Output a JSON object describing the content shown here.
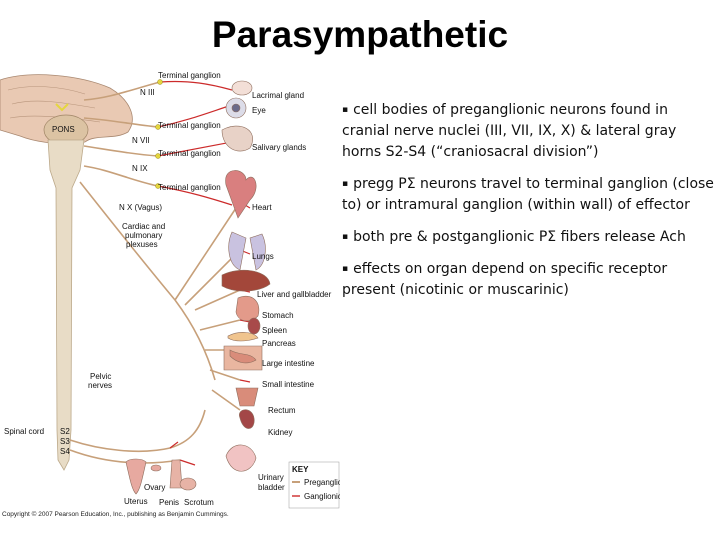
{
  "title": "Parasympathetic",
  "bullets": [
    "cell bodies of preganglionic neurons found in cranial nerve nuclei (III, VII, IX, X) & lateral gray horns S2-S4 (“craniosacral division”)",
    "pregg PΣ neurons travel to terminal ganglion (close to) or intramural ganglion (within wall) of effector",
    "both pre & postganglionic PΣ fibers release Ach",
    "effects on organ depend on specific receptor present (nicotinic or muscarinic)"
  ],
  "bullet_marker": "▪",
  "diagram": {
    "labels": {
      "terminal_ganglion_1": "Terminal ganglion",
      "terminal_ganglion_2": "Terminal ganglion",
      "terminal_ganglion_3": "Terminal ganglion",
      "terminal_ganglion_4": "Terminal ganglion",
      "n3": "N III",
      "n7": "N VII",
      "n9": "N IX",
      "n10": "N X (Vagus)",
      "pons": "PONS",
      "cardiac_1": "Cardiac and",
      "cardiac_2": "pulmonary",
      "cardiac_3": "plexuses",
      "pelvic_1": "Pelvic",
      "pelvic_2": "nerves",
      "spinal_cord": "Spinal cord",
      "s2": "S2",
      "s3": "S3",
      "s4": "S4",
      "lacrimal": "Lacrimal gland",
      "eye": "Eye",
      "salivary": "Salivary glands",
      "heart": "Heart",
      "lungs": "Lungs",
      "liver": "Liver and gallbladder",
      "stomach": "Stomach",
      "spleen": "Spleen",
      "pancreas": "Pancreas",
      "large_intestine": "Large intestine",
      "small_intestine": "Small intestine",
      "rectum": "Rectum",
      "kidney": "Kidney",
      "urinary_1": "Urinary",
      "urinary_2": "bladder",
      "ovary": "Ovary",
      "uterus": "Uterus",
      "penis": "Penis",
      "scrotum": "Scrotum"
    },
    "key": {
      "title": "KEY",
      "pre": "Preganglionic neurons",
      "post": "Ganglionic neurons"
    },
    "colors": {
      "preganglionic": "#c7a07a",
      "ganglionic": "#cc2b2b",
      "nerve_cord": "#e8dcc6",
      "brain": "#e9c9b3"
    }
  },
  "copyright": "Copyright © 2007 Pearson Education, Inc., publishing as Benjamin Cummings."
}
